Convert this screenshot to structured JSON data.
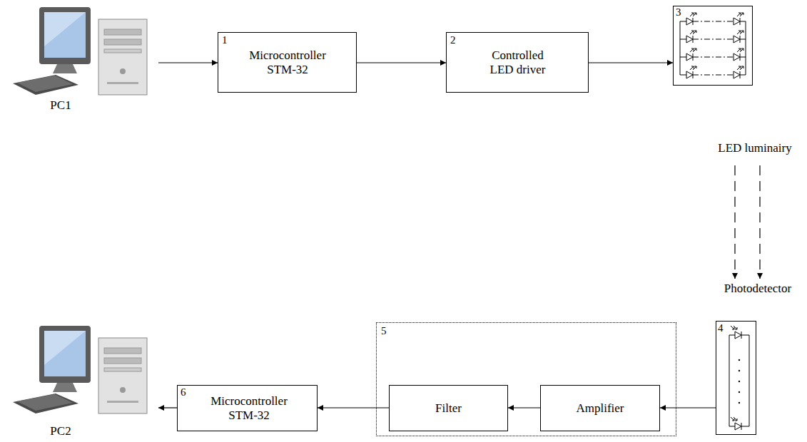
{
  "diagram": {
    "nodes": [
      {
        "text": [
          "PC1"
        ]
      },
      {
        "text": [
          "1",
          "Microcontroller STM-32"
        ]
      },
      {
        "text": [
          "2",
          "Controlled LED driver"
        ]
      },
      {
        "text": [
          "3",
          "LED luminairy"
        ]
      },
      {
        "text": [
          "Photodetector",
          "4"
        ]
      },
      {
        "text": [
          "5"
        ]
      },
      {
        "text": [
          "Amplifier"
        ],
        "in": 5
      },
      {
        "text": [
          "Filter"
        ],
        "in": 5
      },
      {
        "text": [
          "6",
          "Microcontroller STM-32"
        ]
      },
      {
        "text": [
          "PC2"
        ]
      }
    ],
    "edges": [
      {
        "from": 0,
        "to": 1,
        "arrow": "to"
      },
      {
        "from": 1,
        "to": 2,
        "arrow": "to"
      },
      {
        "from": 2,
        "to": 3,
        "arrow": "to"
      },
      {
        "from": 3,
        "to": 4,
        "arrow": "to"
      },
      {
        "from": 3,
        "to": 4,
        "arrow": "to"
      },
      {
        "from": 4,
        "to": 6,
        "arrow": "to"
      },
      {
        "from": 6,
        "to": 7,
        "arrow": "to"
      },
      {
        "from": 7,
        "to": 8,
        "arrow": "to"
      },
      {
        "from": 8,
        "to": 9,
        "arrow": "to"
      }
    ]
  }
}
